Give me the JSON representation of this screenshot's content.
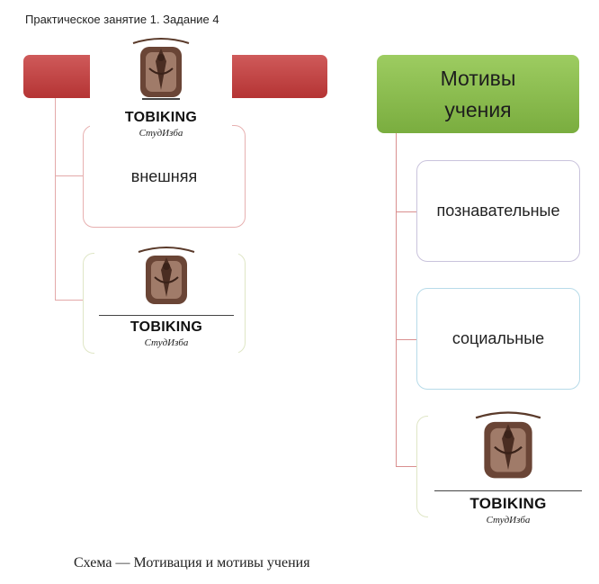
{
  "page_title": "Практическое занятие 1. Задание 4",
  "left_diagram": {
    "header_label": "",
    "items": [
      "внешняя",
      ""
    ]
  },
  "right_diagram": {
    "header_label": "Мотивы\nучения",
    "items": [
      "познавательные",
      "социальные"
    ]
  },
  "watermark": {
    "brand": "TOBIKING",
    "subtitle": "СтудИзба"
  },
  "caption": "Схема — Мотивация и мотивы учения",
  "colors": {
    "left_header": "#c04444",
    "right_header": "#8cbf51",
    "left_connector": "#e3a9a9",
    "right_connector": "#d98f8f"
  }
}
